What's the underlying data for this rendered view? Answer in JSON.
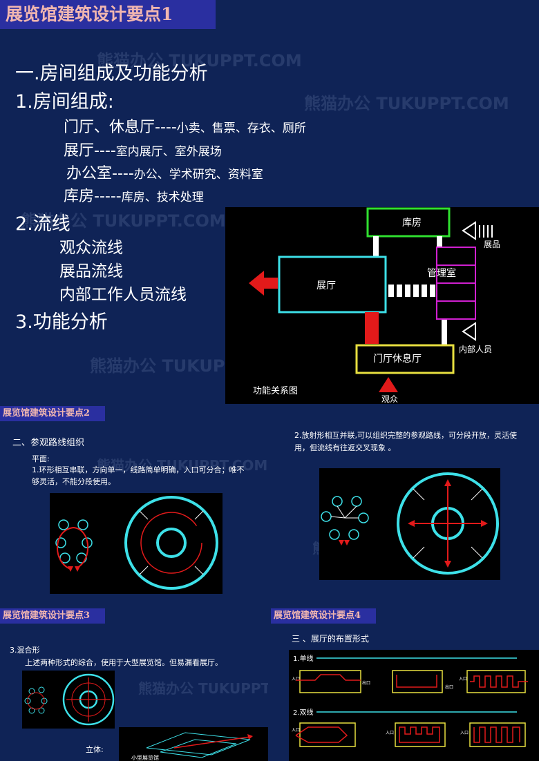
{
  "slide1": {
    "title": "展览馆建筑设计要点1",
    "section": "一.房间组成及功能分析",
    "sub1": "1.房间组成:",
    "rooms": [
      {
        "name": "门厅、休息厅----",
        "detail": "小卖、售票、存衣、厕所"
      },
      {
        "name": "展厅----",
        "detail": "室内展厅、室外展场"
      },
      {
        "name": "办公室----",
        "detail": "办公、学术研究、资料室"
      },
      {
        "name": "库房-----",
        "detail": "库房、技术处理"
      }
    ],
    "sub2": "2.流线",
    "flows": [
      "观众流线",
      "展品流线",
      "内部工作人员流线"
    ],
    "sub3": "3.功能分析",
    "diagram": {
      "storage": "库房",
      "hall": "展厅",
      "office": "管理室",
      "lobby": "门厅休息厅",
      "exhibit": "展品",
      "staff": "内部人员",
      "visitor": "观众",
      "caption": "功能关系图"
    }
  },
  "slide2": {
    "title": "展览馆建筑设计要点2",
    "heading": "二、参观路线组织",
    "plan": "平面:",
    "text": "1.环形相互串联，方向单一，线路简单明确，入口可分合；唯不够灵活，不能分段使用。"
  },
  "slide3": {
    "text": "2.放射形相互并联,可以组织完整的参观路线，可分段开放，灵活使用，但流线有往返交叉现象 。"
  },
  "slide4": {
    "title": "展览馆建筑设计要点3",
    "heading": "3.混合形",
    "text": "上述两种形式的综合，使用于大型展览馆。但易漏看展厅。",
    "label": "立体:",
    "caption": "小型展览馆"
  },
  "slide5": {
    "title": "展览馆建筑设计要点4",
    "heading": "三 、展厅的布置形式",
    "row1": "1.单线",
    "row2": "2.双线",
    "in_label": "入口",
    "out_label": "出口"
  },
  "watermark": "熊猫办公 TUKUPPT.COM",
  "colors": {
    "background": "#0f2356",
    "header_bar": "#2a2fa0",
    "header_text": "#f2b7b0",
    "cyan": "#3de0e8",
    "red": "#e21a1a",
    "green": "#30e030",
    "magenta": "#d020d0",
    "yellow": "#e8e040"
  }
}
